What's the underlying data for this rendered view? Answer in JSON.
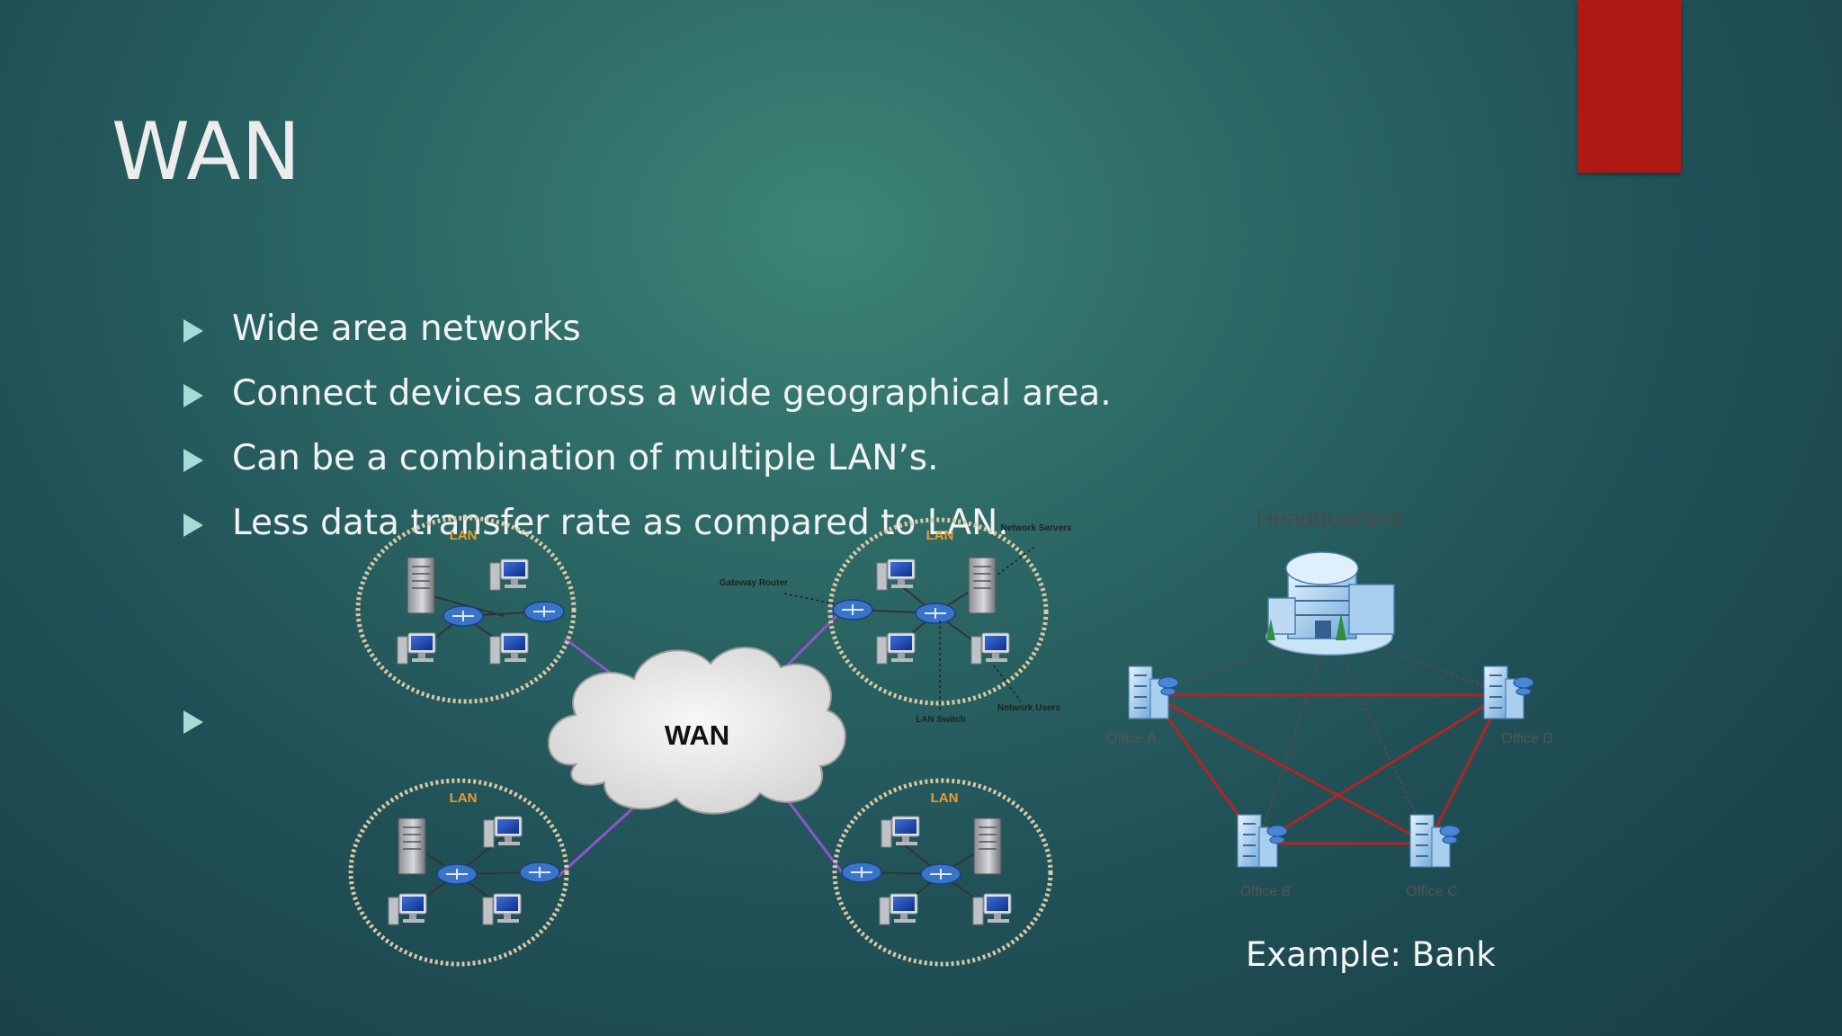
{
  "slide": {
    "title": "WAN",
    "bullets": [
      "Wide area networks",
      "Connect devices across a wide geographical area.",
      "Can be a combination of multiple LAN’s.",
      "Less data transfer rate as compared to LAN."
    ],
    "colors": {
      "accent": "#b01815",
      "bullet": "#a6dbd6",
      "text": "#f2f2f2"
    }
  },
  "wan_diagram": {
    "cloud_label": "WAN",
    "lan_label": "LAN",
    "annotations": {
      "gateway_router": "Gateway Router",
      "network_servers": "Network Servers",
      "lan_switch": "LAN Switch",
      "network_users": "Network Users"
    }
  },
  "bank_diagram": {
    "headquarters_label": "Headquarters",
    "offices": [
      "Office A",
      "Office B",
      "Office C",
      "Office D"
    ],
    "caption": "Example: Bank"
  }
}
